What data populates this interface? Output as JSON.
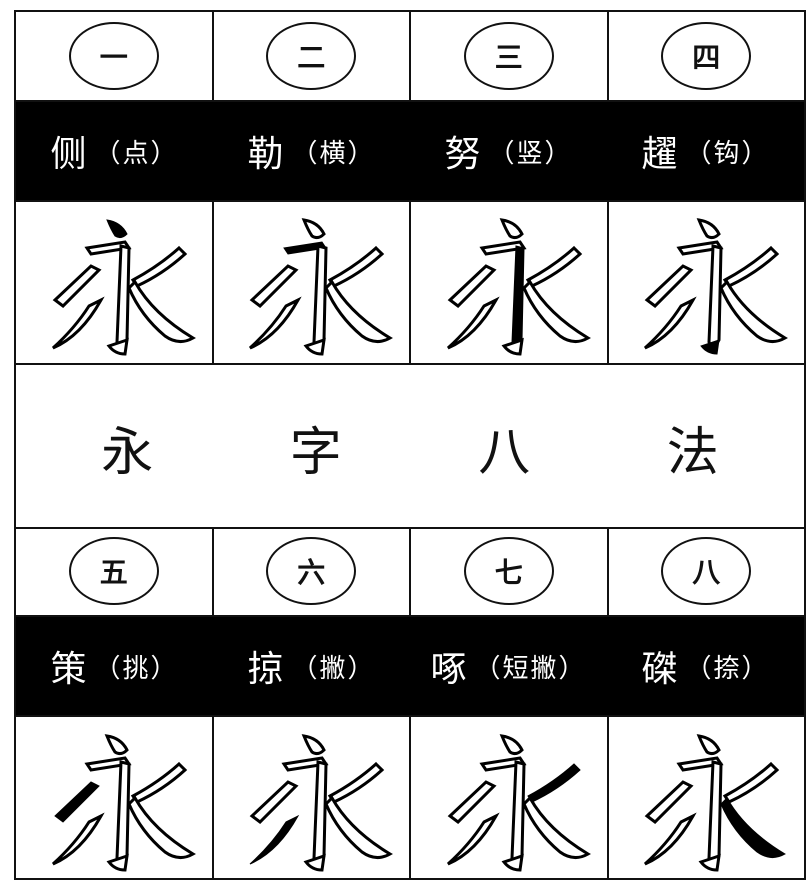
{
  "title": "永 字 八 法",
  "top": [
    {
      "num": "一",
      "name": "侧",
      "alias": "（点）",
      "highlight": "dot"
    },
    {
      "num": "二",
      "name": "勒",
      "alias": "（横）",
      "highlight": "horizontal"
    },
    {
      "num": "三",
      "name": "努",
      "alias": "（竖）",
      "highlight": "vertical"
    },
    {
      "num": "四",
      "name": "趯",
      "alias": "（钩）",
      "highlight": "hook"
    }
  ],
  "bottom": [
    {
      "num": "五",
      "name": "策",
      "alias": "（挑）",
      "highlight": "rise"
    },
    {
      "num": "六",
      "name": "掠",
      "alias": "（撇）",
      "highlight": "leftfall"
    },
    {
      "num": "七",
      "name": "啄",
      "alias": "（短撇）",
      "highlight": "shortleftfall"
    },
    {
      "num": "八",
      "name": "磔",
      "alias": "（捺）",
      "highlight": "rightfall"
    }
  ]
}
